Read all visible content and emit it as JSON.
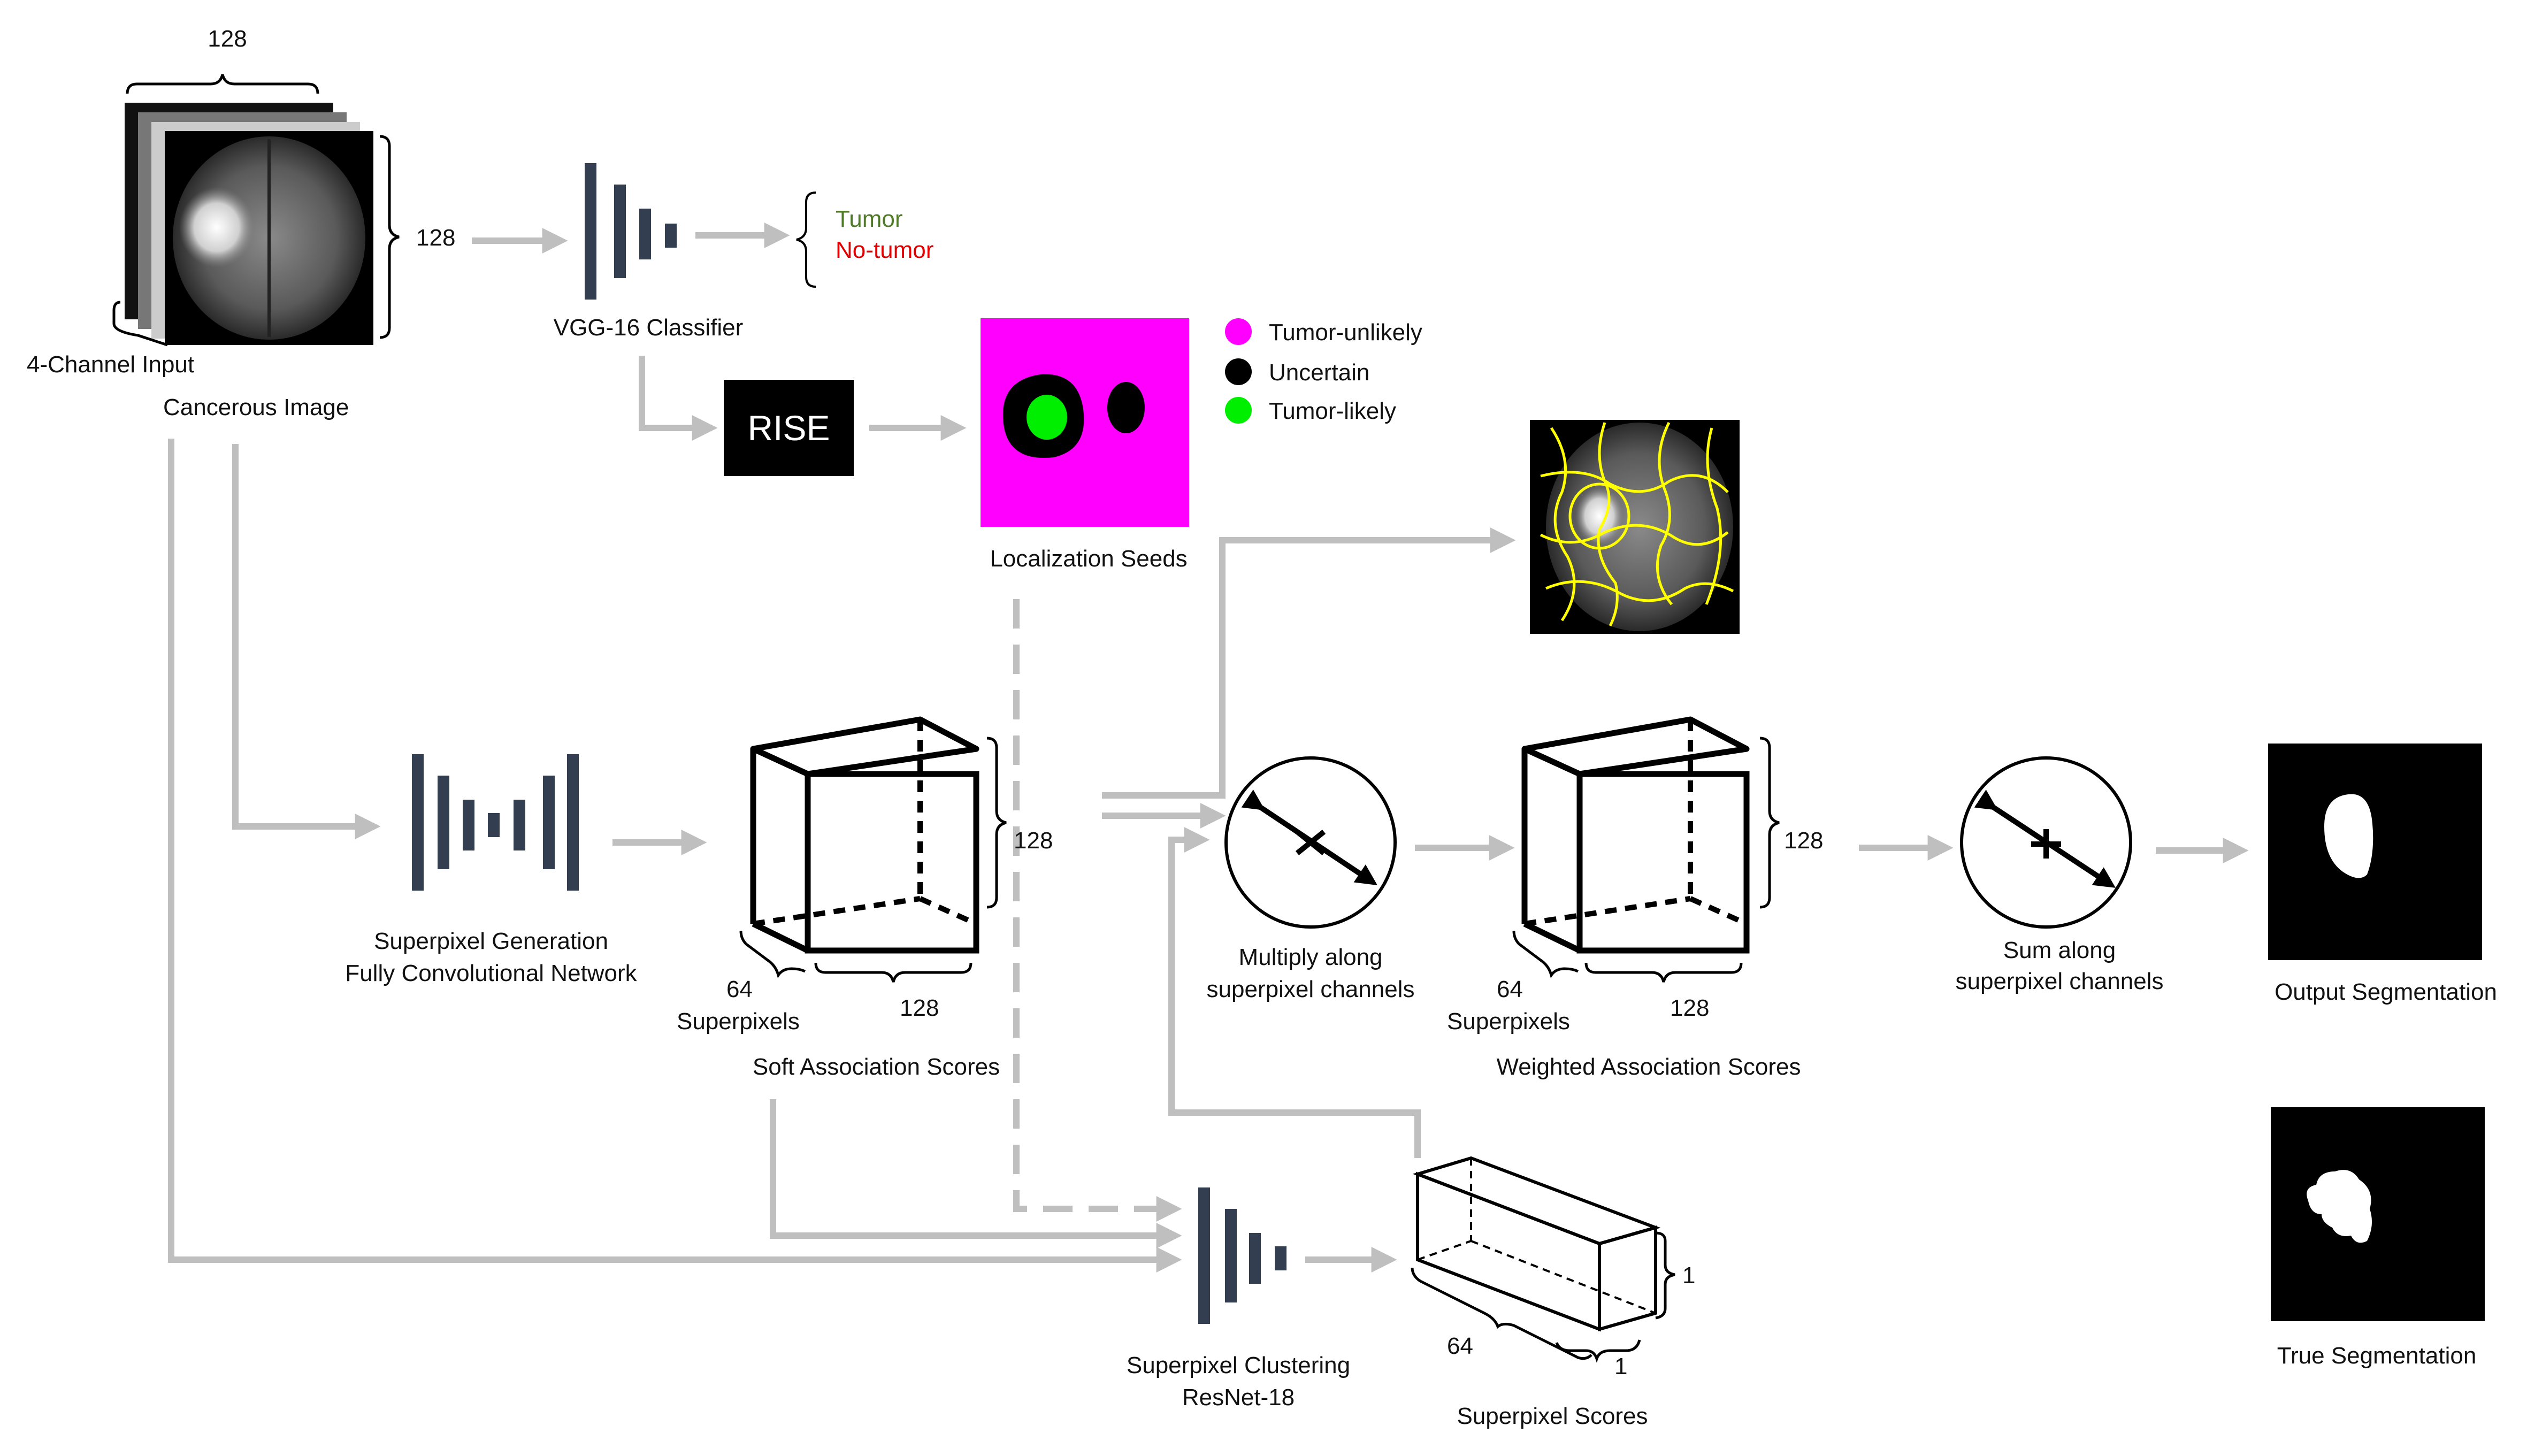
{
  "input": {
    "label": "4-Channel Input",
    "title": "Cancerous Image",
    "width_dim": "128",
    "height_dim": "128"
  },
  "classifier": {
    "label": "VGG-16 Classifier",
    "outputs": [
      {
        "text": "Tumor",
        "color": "#4f7a28"
      },
      {
        "text": "No-tumor",
        "color": "#e00000"
      }
    ]
  },
  "rise": {
    "label": "RISE"
  },
  "localization": {
    "label": "Localization Seeds",
    "legend": [
      {
        "text": "Tumor-unlikely",
        "color": "#ff00ff"
      },
      {
        "text": "Uncertain",
        "color": "#000000"
      },
      {
        "text": "Tumor-likely",
        "color": "#00ee00"
      }
    ]
  },
  "superpixel_network": {
    "line1": "Superpixel Generation",
    "line2": "Fully Convolutional Network"
  },
  "soft_scores": {
    "label": "Soft Association Scores",
    "depth_dim": "64",
    "depth_label": "Superpixels",
    "width_dim": "128",
    "height_dim": "128"
  },
  "multiply": {
    "line1": "Multiply along",
    "line2": "superpixel channels"
  },
  "weighted_scores": {
    "label": "Weighted Association Scores",
    "depth_dim": "64",
    "depth_label": "Superpixels",
    "width_dim": "128",
    "height_dim": "128"
  },
  "sum": {
    "line1": "Sum along",
    "line2": "superpixel channels"
  },
  "output_segmentation": {
    "label": "Output Segmentation"
  },
  "true_segmentation": {
    "label": "True Segmentation"
  },
  "clustering": {
    "line1": "Superpixel Clustering",
    "line2": "ResNet-18"
  },
  "superpixel_scores": {
    "label": "Superpixel Scores",
    "depth_dim": "64",
    "width_dim": "1",
    "height_dim": "1"
  },
  "colors": {
    "network_bar": "#333f50",
    "arrow": "#bfbfbf",
    "superpixel_outline": "#ffff00",
    "legend_magenta": "#ff00ff",
    "legend_green": "#00ee00"
  }
}
